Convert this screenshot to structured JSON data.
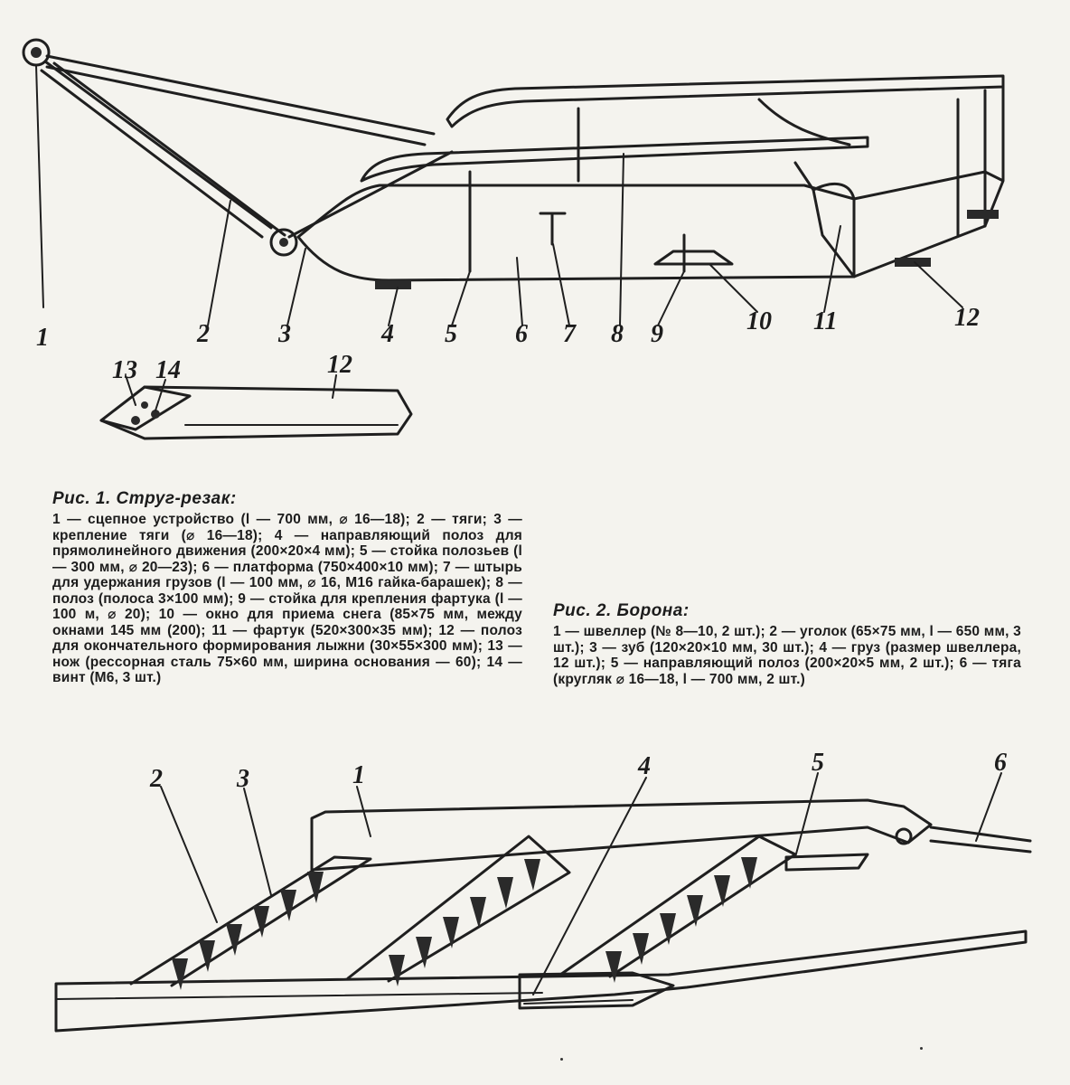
{
  "figure1": {
    "labels": [
      "1",
      "2",
      "3",
      "4",
      "5",
      "6",
      "7",
      "8",
      "9",
      "10",
      "11",
      "12"
    ],
    "detail_labels": [
      "13",
      "14",
      "12"
    ]
  },
  "figure2": {
    "labels": [
      "2",
      "3",
      "1",
      "4",
      "5",
      "6"
    ]
  },
  "caption1": {
    "title": "Рис. 1. Струг-резак:",
    "text": "1 — сцепное устройство (l — 700 мм, ⌀ 16—18); 2 — тяги; 3 — крепление тяги (⌀ 16—18); 4 — направляющий полоз для прямолинейного движения (200×20×4 мм); 5 — стойка полозьев (l — 300 мм, ⌀ 20—23); 6 — платформа (750×400×10 мм); 7 — штырь для удержания грузов (l — 100 мм, ⌀ 16, М16 гайка-барашек); 8 — полоз (полоса 3×100 мм); 9 — стойка для крепления фартука (l — 100 м, ⌀ 20); 10 — окно для приема снега (85×75 мм, между окнами 145 мм (200); 11 — фартук (520×300×35 мм); 12 — полоз для окончательного формирования лыжни (30×55×300 мм); 13 — нож (рессорная сталь 75×60 мм, ширина основания — 60); 14 — винт (М6, 3 шт.)"
  },
  "caption2": {
    "title": "Рис. 2. Борона:",
    "text": "1 — швеллер (№ 8—10, 2 шт.); 2 — уголок (65×75 мм, l — 650 мм, 3 шт.); 3 — зуб (120×20×10 мм, 30 шт.); 4 — груз (размер швеллера, 12 шт.); 5 — направляющий полоз (200×20×5 мм, 2 шт.); 6 — тяга (кругляк ⌀ 16—18, l — 700 мм, 2 шт.)"
  }
}
